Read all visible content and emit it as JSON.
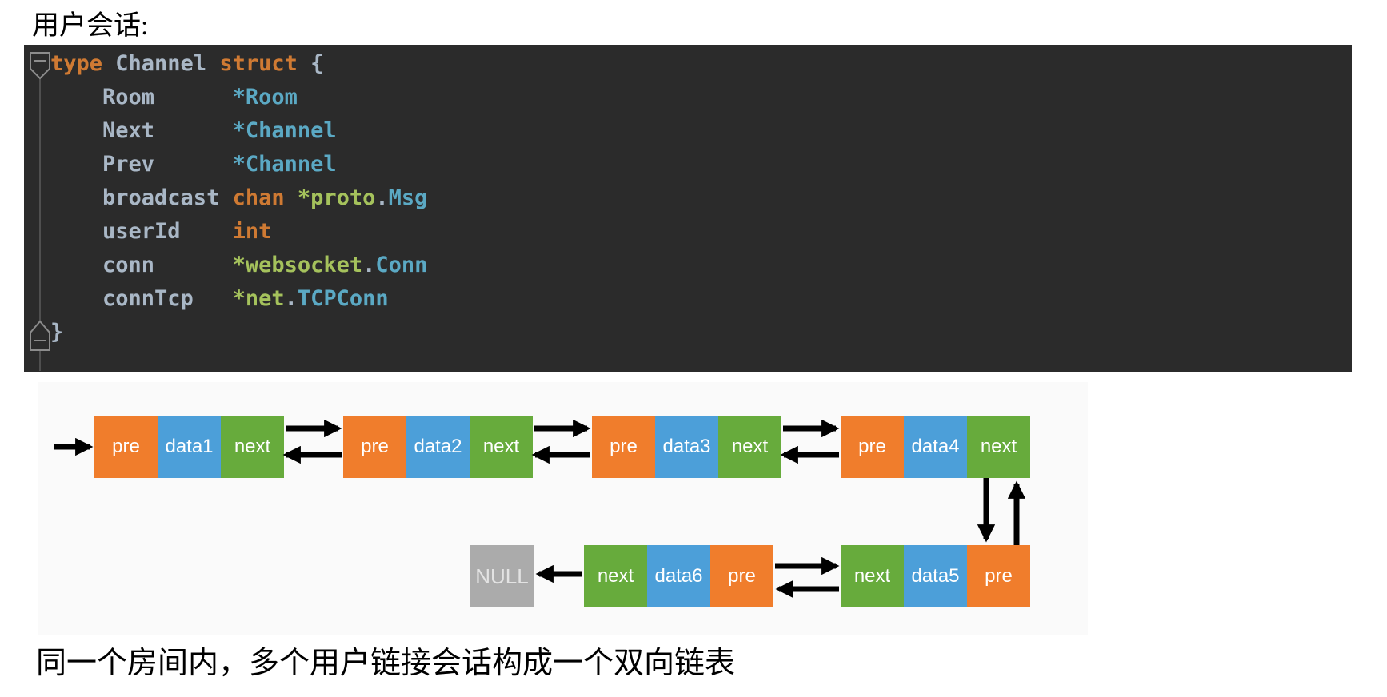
{
  "page": {
    "title": "用户会话:",
    "caption": "同一个房间内，多个用户链接会话构成一个双向链表"
  },
  "code_editor": {
    "background": "#2B2B2B",
    "palette": {
      "keyword": "#CF7A33",
      "plain": "#A9B7C6",
      "type": "#5BA9C4",
      "package": "#A5C25C"
    },
    "gutter": {
      "line_color": "#4F4F4F",
      "marker_color": "#8C8C8C",
      "fold_markers": [
        "collapse-top",
        "collapse-bottom"
      ]
    },
    "lines": [
      {
        "segments": [
          {
            "text": "type ",
            "color": "keyword"
          },
          {
            "text": "Channel ",
            "color": "plain"
          },
          {
            "text": "struct ",
            "color": "keyword"
          },
          {
            "text": "{",
            "color": "plain"
          }
        ]
      },
      {
        "segments": [
          {
            "text": "    Room      ",
            "color": "plain"
          },
          {
            "text": "*Room",
            "color": "type"
          }
        ]
      },
      {
        "segments": [
          {
            "text": "    Next      ",
            "color": "plain"
          },
          {
            "text": "*Channel",
            "color": "type"
          }
        ]
      },
      {
        "segments": [
          {
            "text": "    Prev      ",
            "color": "plain"
          },
          {
            "text": "*Channel",
            "color": "type"
          }
        ]
      },
      {
        "segments": [
          {
            "text": "    broadcast ",
            "color": "plain"
          },
          {
            "text": "chan ",
            "color": "keyword"
          },
          {
            "text": "*proto",
            "color": "package"
          },
          {
            "text": ".",
            "color": "plain"
          },
          {
            "text": "Msg",
            "color": "type"
          }
        ]
      },
      {
        "segments": [
          {
            "text": "    userId    ",
            "color": "plain"
          },
          {
            "text": "int",
            "color": "keyword"
          }
        ]
      },
      {
        "segments": [
          {
            "text": "    conn      ",
            "color": "plain"
          },
          {
            "text": "*websocket",
            "color": "package"
          },
          {
            "text": ".",
            "color": "plain"
          },
          {
            "text": "Conn",
            "color": "type"
          }
        ]
      },
      {
        "segments": [
          {
            "text": "    connTcp   ",
            "color": "plain"
          },
          {
            "text": "*net",
            "color": "package"
          },
          {
            "text": ".",
            "color": "plain"
          },
          {
            "text": "TCPConn",
            "color": "type"
          }
        ]
      },
      {
        "segments": [
          {
            "text": "}",
            "color": "plain"
          }
        ]
      }
    ]
  },
  "diagram": {
    "colors": {
      "pre": "#F07D2C",
      "data": "#4C9FD9",
      "next": "#67AB3C",
      "null_box": "#ABABAB",
      "null_text": "#E3E3E3",
      "arrow": "#000000",
      "panel_bg": "#FAFAFA"
    },
    "null_label": "NULL",
    "top_nodes": [
      {
        "cells": [
          {
            "label": "pre",
            "role": "pre"
          },
          {
            "label": "data1",
            "role": "data"
          },
          {
            "label": "next",
            "role": "next"
          }
        ]
      },
      {
        "cells": [
          {
            "label": "pre",
            "role": "pre"
          },
          {
            "label": "data2",
            "role": "data"
          },
          {
            "label": "next",
            "role": "next"
          }
        ]
      },
      {
        "cells": [
          {
            "label": "pre",
            "role": "pre"
          },
          {
            "label": "data3",
            "role": "data"
          },
          {
            "label": "next",
            "role": "next"
          }
        ]
      },
      {
        "cells": [
          {
            "label": "pre",
            "role": "pre"
          },
          {
            "label": "data4",
            "role": "data"
          },
          {
            "label": "next",
            "role": "next"
          }
        ]
      }
    ],
    "bottom_nodes": [
      {
        "cells": [
          {
            "label": "next",
            "role": "next"
          },
          {
            "label": "data6",
            "role": "data"
          },
          {
            "label": "pre",
            "role": "pre"
          }
        ]
      },
      {
        "cells": [
          {
            "label": "next",
            "role": "next"
          },
          {
            "label": "data5",
            "role": "data"
          },
          {
            "label": "pre",
            "role": "pre"
          }
        ]
      }
    ]
  }
}
